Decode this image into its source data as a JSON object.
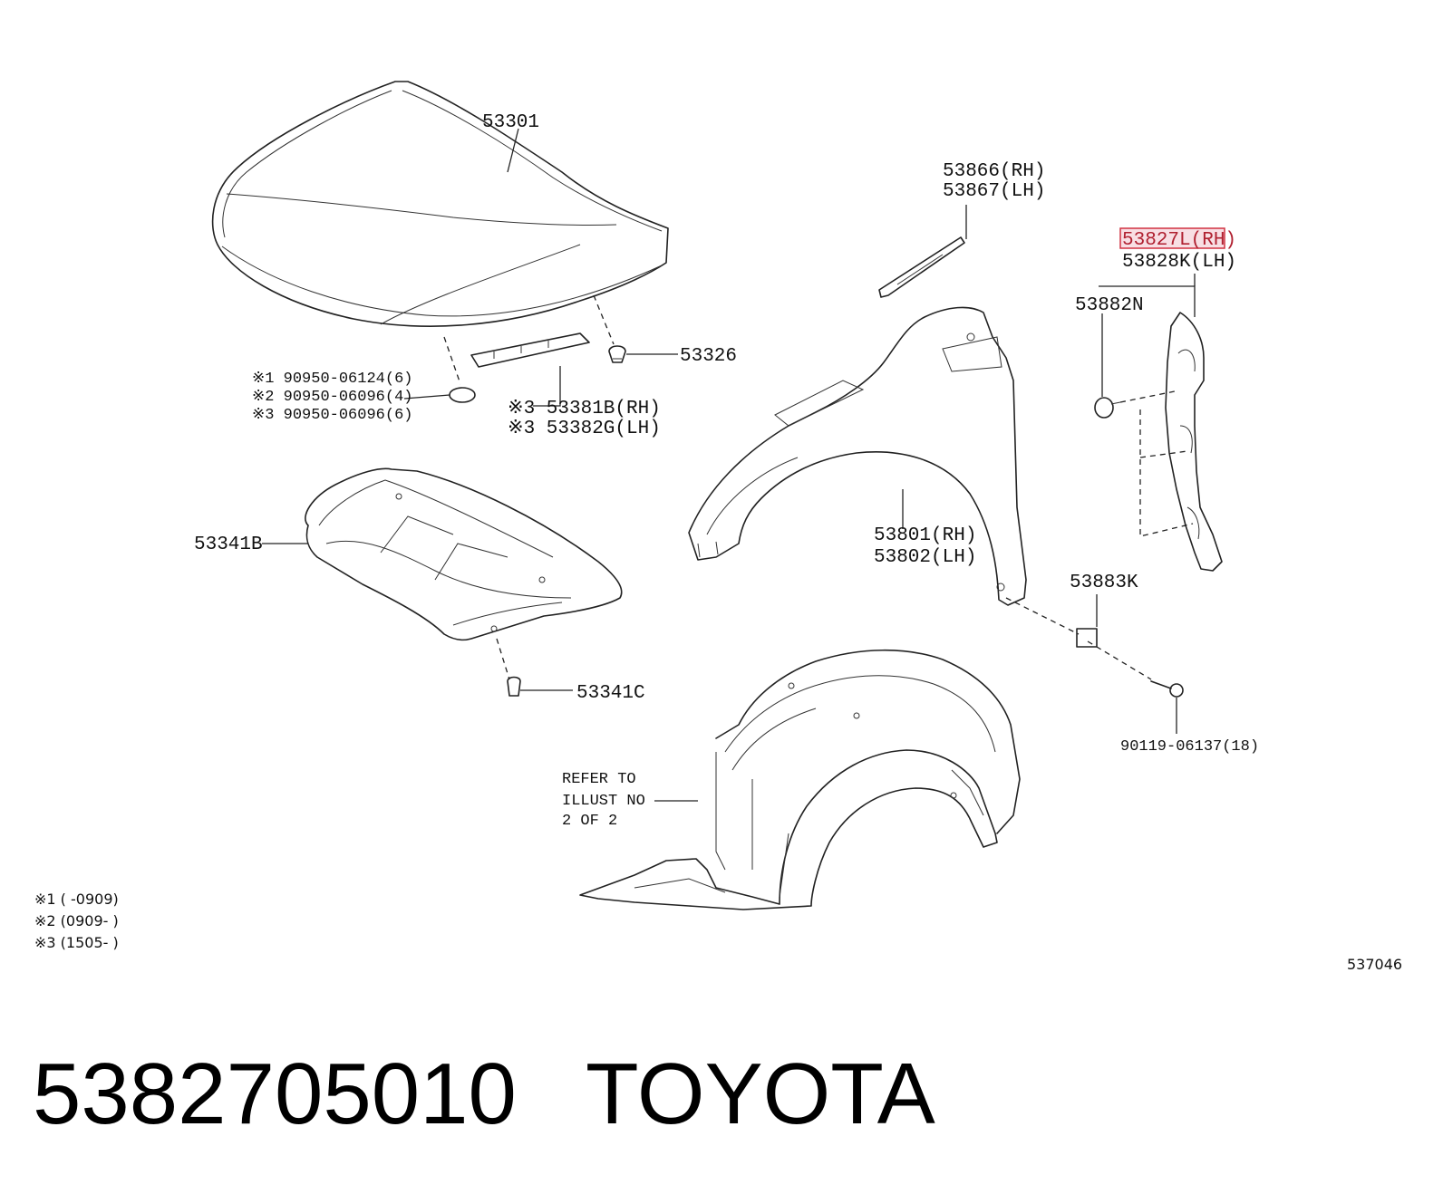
{
  "callouts": {
    "hood": "53301",
    "fender_liner_upper_rh": "53866(RH)",
    "fender_liner_upper_lh": "53867(LH)",
    "fender_seal_rh": "53827L(RH)",
    "fender_seal_lh": "53828K(LH)",
    "clip_seal": "53882N",
    "hood_bumper": "53326",
    "hood_note1": "※1 90950-06124(6)",
    "hood_note2": "※2 90950-06096(4)",
    "hood_note3": "※3 90950-06096(6)",
    "seal_rh": "※3 53381B(RH)",
    "seal_lh": "※3 53382G(LH)",
    "hood_insulator": "53341B",
    "insulator_clip": "53341C",
    "fender_rh": "53801(RH)",
    "fender_lh": "53802(LH)",
    "fender_nut": "53883K",
    "screw": "90119-06137(18)",
    "refer_line1": "REFER TO",
    "refer_line2": "ILLUST NO",
    "refer_line3": "2 OF 2"
  },
  "footnotes": [
    "※1 (      -0909)",
    "※2 (0909-      )",
    "※3 (1505-      )"
  ],
  "figure_number": "537046",
  "caption": {
    "part_number": "5382705010",
    "brand": "TOYOTA"
  },
  "highlight_color": "#d03040"
}
